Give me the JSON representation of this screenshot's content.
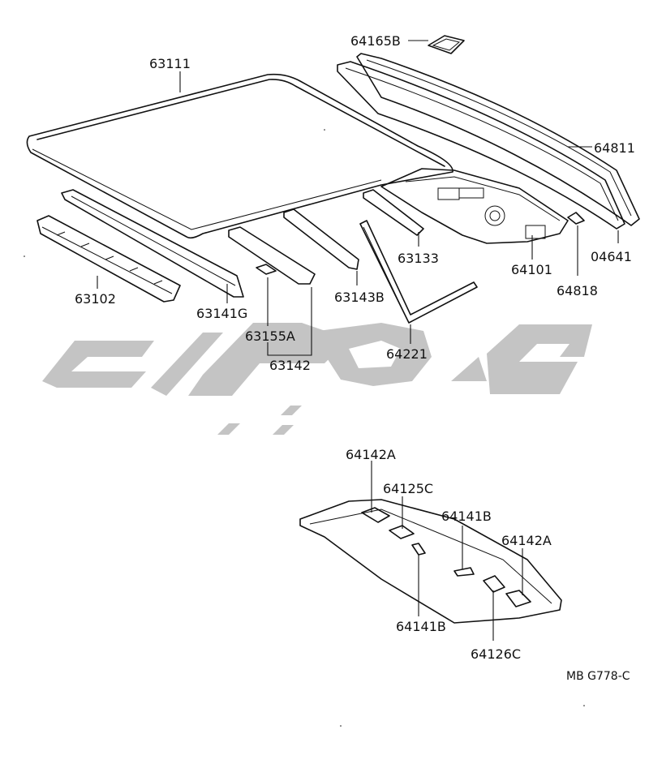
{
  "diagram": {
    "colors": {
      "ink": "#111111",
      "watermark": "#c4c4c4",
      "background": "#ffffff"
    },
    "labels": {
      "p64165B": "64165B",
      "p63111": "63111",
      "p64811": "64811",
      "p63102": "63102",
      "p63141G": "63141G",
      "p63155A": "63155A",
      "p63142": "63142",
      "p63143B": "63143B",
      "p63133": "63133",
      "p64101": "64101",
      "p04641": "04641",
      "p64818": "64818",
      "p64221": "64221",
      "p64142A_top": "64142A",
      "p64125C": "64125C",
      "p64141B_top": "64141B",
      "p64142A_right": "64142A",
      "p64141B_bottom": "64141B",
      "p64126C": "64126C"
    },
    "footer_code": "MB  G778-C"
  }
}
